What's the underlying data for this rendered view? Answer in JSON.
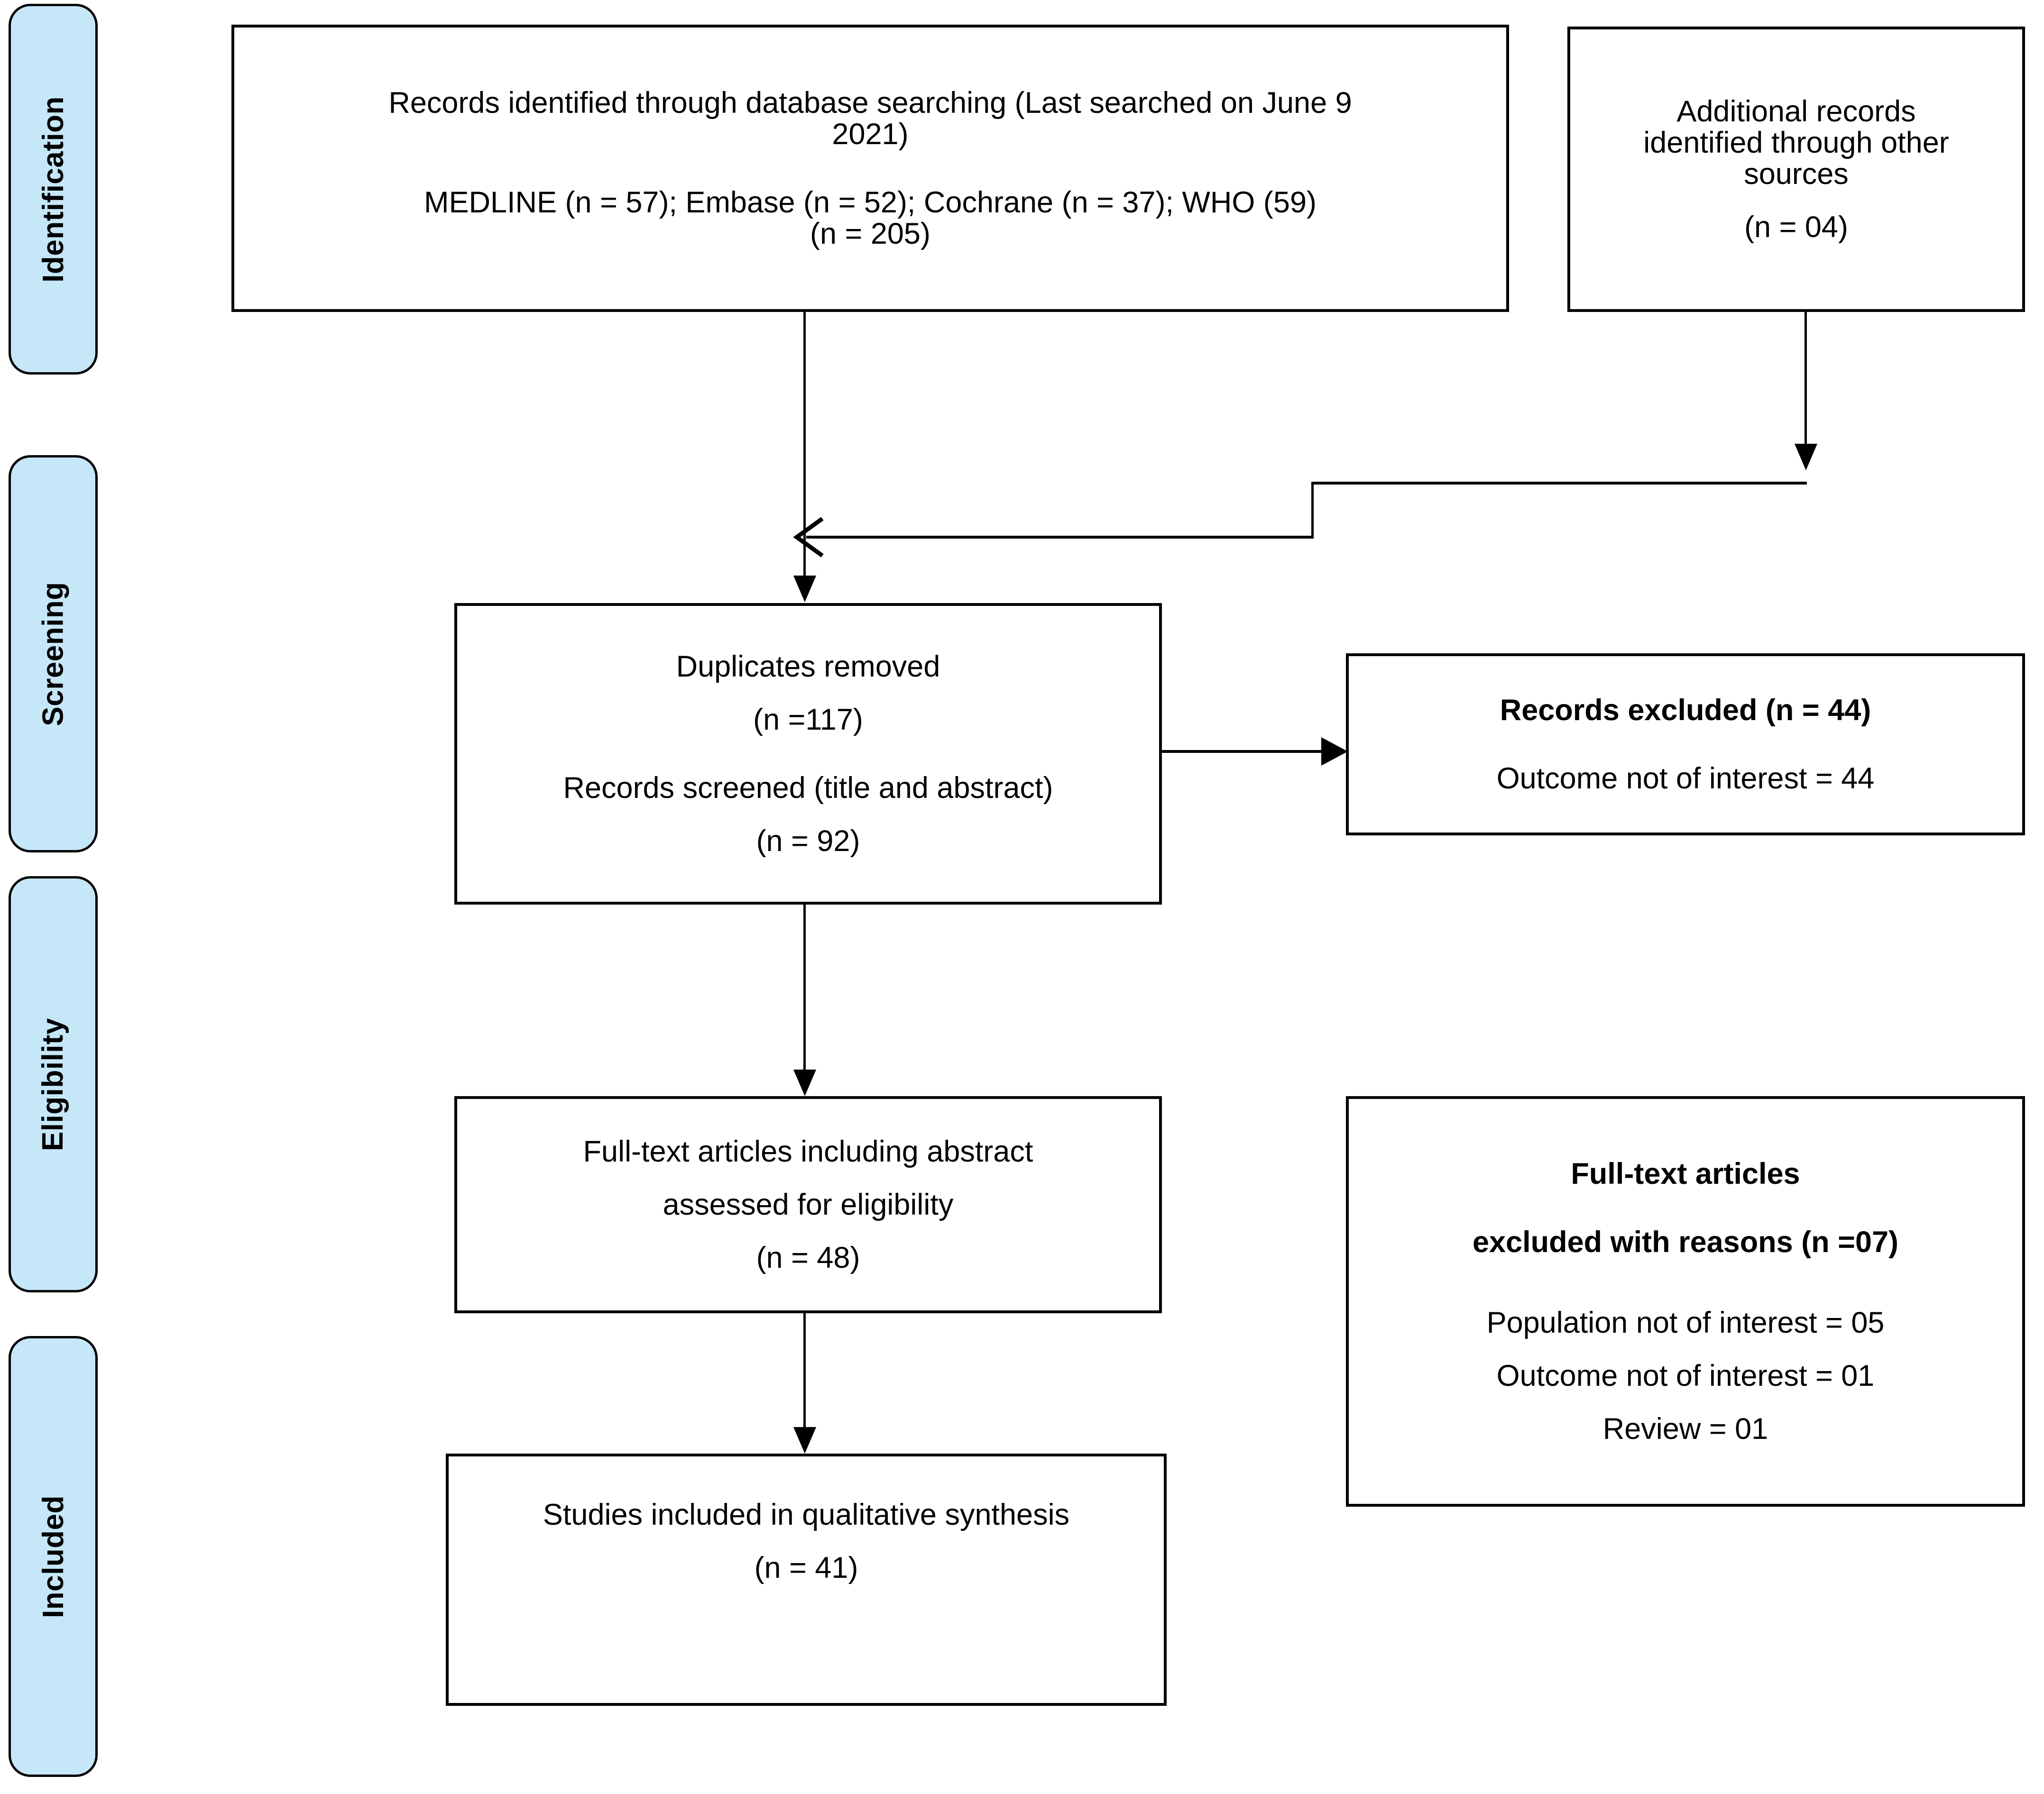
{
  "diagram": {
    "title": "PRISMA flow diagram",
    "accent_color": "#c5e7f8",
    "line_color": "#000000",
    "phases": [
      {
        "id": "identification",
        "label": "Identification"
      },
      {
        "id": "screening",
        "label": "Screening"
      },
      {
        "id": "eligibility",
        "label": "Eligibility"
      },
      {
        "id": "included",
        "label": "Included"
      }
    ],
    "boxes": {
      "records_identified": {
        "lines": [
          "Records identified through database searching (Last searched on June 9",
          "2021)",
          "MEDLINE (n = 57); Embase (n = 52); Cochrane (n = 37); WHO (59)",
          "(n = 205)"
        ]
      },
      "additional_records": {
        "lines": [
          "Additional records",
          "identified through other",
          "sources",
          "(n = 04)"
        ]
      },
      "duplicates_screened": {
        "lines": [
          "Duplicates removed",
          "(n =117)",
          "Records screened (title and abstract)",
          "(n = 92)"
        ]
      },
      "records_excluded": {
        "heading": "Records excluded (n = 44)",
        "reasons": [
          "Outcome not of interest =  44"
        ]
      },
      "fulltext_assessed": {
        "lines": [
          "Full-text articles including abstract",
          "assessed for eligibility",
          "(n = 48)"
        ]
      },
      "fulltext_excluded": {
        "heading_line1": "Full-text articles",
        "heading_line2": "excluded with reasons (n =07)",
        "reasons": [
          "Population not of interest = 05",
          "Outcome not of interest =  01",
          "Review = 01"
        ]
      },
      "studies_included": {
        "lines": [
          "Studies included in qualitative synthesis",
          "(n = 41)"
        ]
      }
    }
  }
}
